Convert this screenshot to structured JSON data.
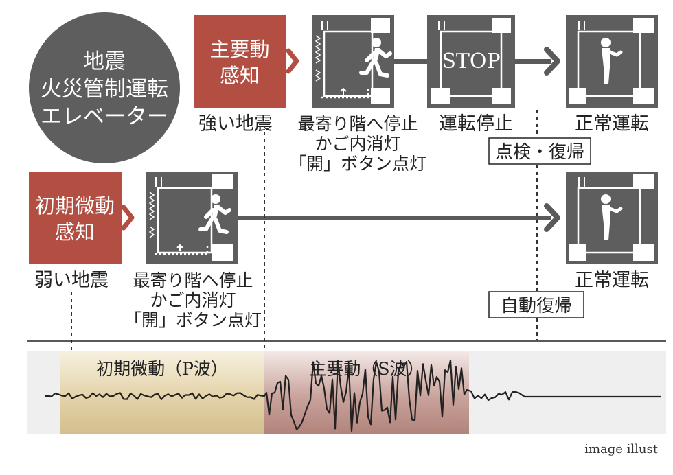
{
  "colors": {
    "dark": "#5e5e5e",
    "red": "#b24f42",
    "arrow": "#5a5a5a",
    "p_band_top": "#f3ecd9",
    "p_band_mid": "#dcc99a",
    "s_band_top": "#f1e5e2",
    "s_band_mid": "#b98b83",
    "band_bg": "#efefef"
  },
  "badge": {
    "line1": "地震",
    "line2": "火災管制運転",
    "line3": "エレベーター"
  },
  "strong_row": {
    "trigger_line1": "主要動",
    "trigger_line2": "感知",
    "trigger_caption": "強い地震",
    "step1_caption_1": "最寄り階へ停止",
    "step1_caption_2": "かご内消灯",
    "step1_caption_3": "「開」ボタン点灯",
    "stop_sign": "STOP",
    "step2_caption": "運転停止",
    "recovery_label": "点検・復帰",
    "final_caption": "正常運転"
  },
  "weak_row": {
    "trigger_line1": "初期微動",
    "trigger_line2": "感知",
    "trigger_caption": "弱い地震",
    "step1_caption_1": "最寄り階へ停止",
    "step1_caption_2": "かご内消灯",
    "step1_caption_3": "「開」ボタン点灯",
    "recovery_label": "自動復帰",
    "final_caption": "正常運転"
  },
  "seismograph": {
    "p_wave_label": "初期微動（P波）",
    "s_wave_label": "主要動（S波）"
  },
  "footnote": "image illust"
}
